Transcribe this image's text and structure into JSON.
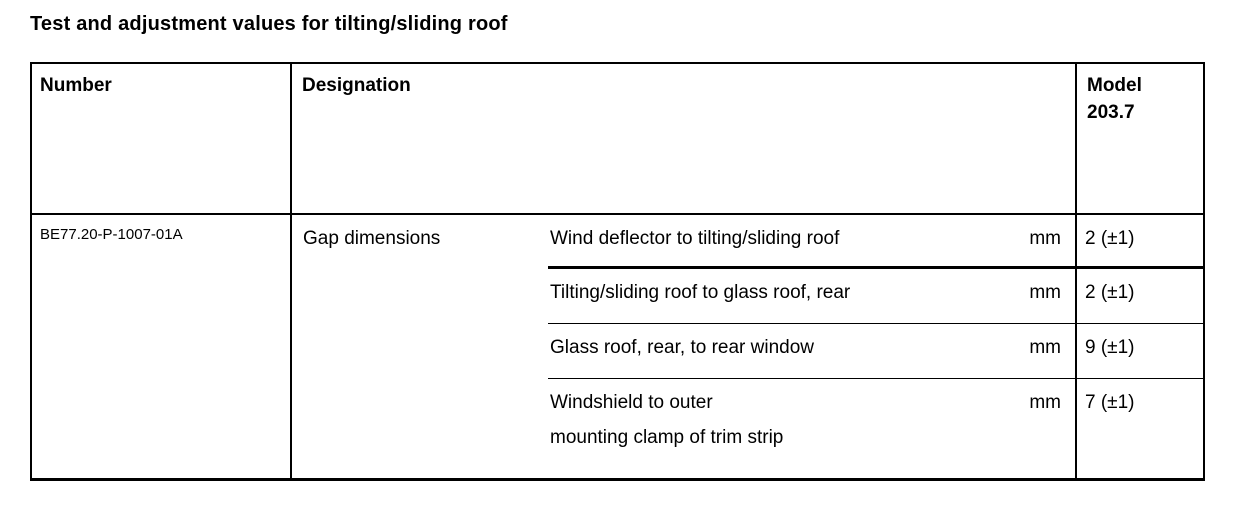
{
  "page": {
    "title": "Test and adjustment values for tilting/sliding roof"
  },
  "colors": {
    "background": "#ffffff",
    "text": "#000000",
    "border": "#000000"
  },
  "table": {
    "headers": {
      "number": "Number",
      "designation": "Designation",
      "model": "Model\n203.7"
    },
    "row": {
      "number": "BE77.20-P-1007-01A",
      "group": "Gap dimensions",
      "measurements": [
        {
          "description": "Wind deflector to tilting/sliding roof",
          "unit": "mm",
          "value": "2 (±1)"
        },
        {
          "description": "Tilting/sliding roof to glass roof, rear",
          "unit": "mm",
          "value": "2 (±1)"
        },
        {
          "description": "Glass roof, rear, to rear window",
          "unit": "mm",
          "value": "9 (±1)"
        },
        {
          "description": "Windshield to outer\nmounting clamp of trim strip",
          "unit": "mm",
          "value": "7 (±1)"
        }
      ]
    }
  }
}
